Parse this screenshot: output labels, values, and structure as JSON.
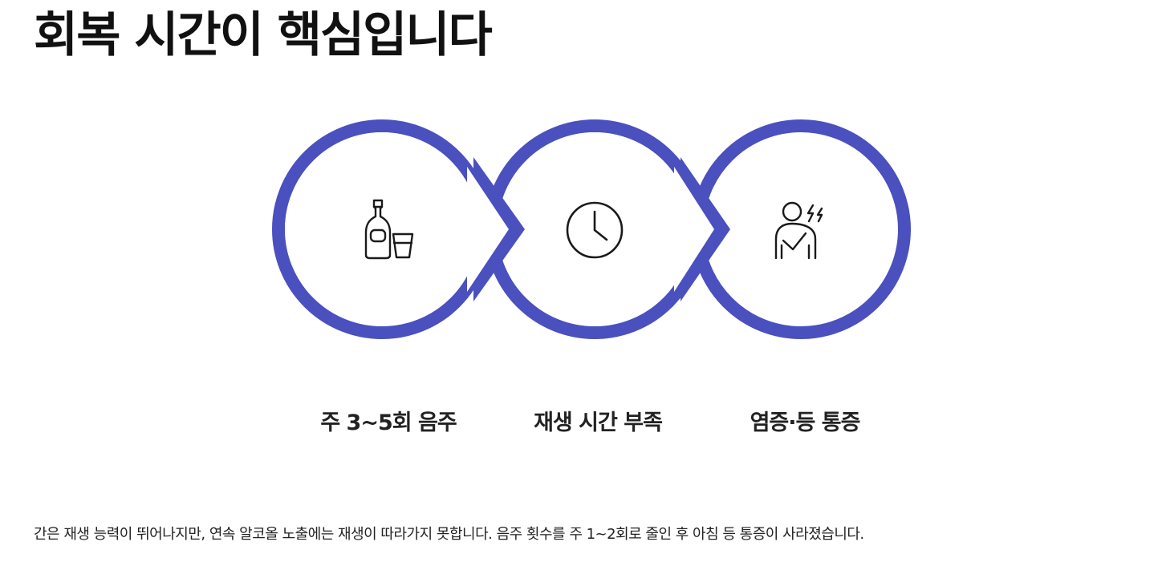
{
  "title": "회복 시간이 핵심입니다",
  "steps": [
    {
      "label": "주 3~5회 음주",
      "icon": "bottle-and-glass-icon"
    },
    {
      "label": "재생 시간 부족",
      "icon": "clock-icon"
    },
    {
      "label": "염증·등 통증",
      "icon": "back-pain-icon"
    }
  ],
  "description": "간은 재생 능력이 뛰어나지만, 연속 알코올 노출에는 재생이 따라가지 못합니다. 음주 횟수를 주 1~2회로 줄인 후 아침 등 통증이 사라졌습니다.",
  "colors": {
    "ring": "#4a50be",
    "icon_stroke": "#1a1a1a",
    "text": "#111111"
  }
}
